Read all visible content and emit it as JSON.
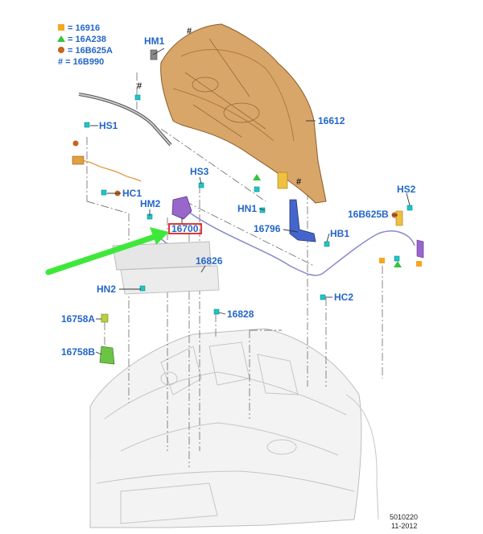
{
  "legend": [
    {
      "symbol": "square",
      "color": "#f5a623",
      "text": "= 16916"
    },
    {
      "symbol": "triangle",
      "color": "#35c43a",
      "text": "= 16A238"
    },
    {
      "symbol": "circle",
      "color": "#c8641e",
      "text": "= 16B625A"
    },
    {
      "symbol": "hash",
      "color": "#222222",
      "text": "# = 16B990"
    }
  ],
  "labels": {
    "hm1": "HM1",
    "hood": "16612",
    "hs1": "HS1",
    "hc1": "HC1",
    "hs3": "HS3",
    "hm2": "HM2",
    "latch": "16700",
    "cable": "16826",
    "hn2": "HN2",
    "bumper_a": "16758A",
    "bumper_b": "16758B",
    "grommet": "16828",
    "hn1": "HN1",
    "hinge": "16796",
    "hb1": "HB1",
    "hc2": "HC2",
    "hs2": "HS2",
    "handle": "16B625B"
  },
  "footer": {
    "code": "5010220",
    "date": "11-2012"
  },
  "colors": {
    "label": "#2266c8",
    "hood": "#d9a66a",
    "highlight_box": "#e02020",
    "arrow": "#3ee83a",
    "cable": "#8888cc",
    "clip": "#1ec6c6",
    "latch": "#9966cc",
    "hinge": "#4466cc"
  }
}
